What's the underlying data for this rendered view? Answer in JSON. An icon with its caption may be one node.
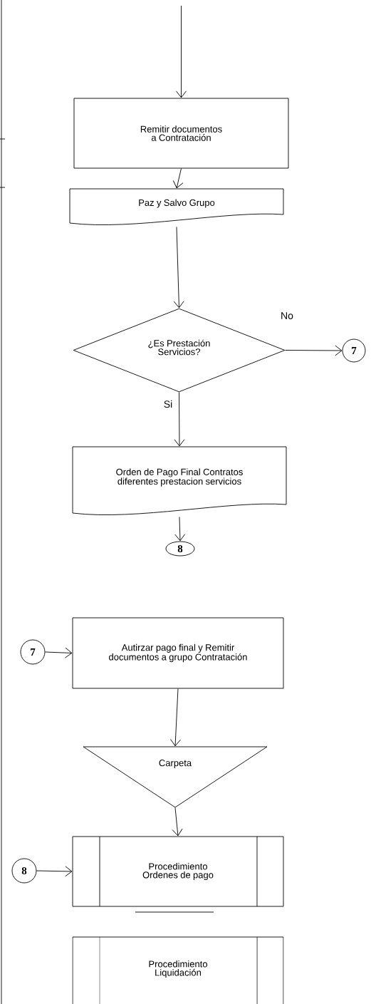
{
  "diagram": {
    "nodes": [
      {
        "text": [
          "Remitir documentos a Contratación"
        ]
      },
      {
        "text": [
          "Paz y Salvo Grupo"
        ]
      },
      {
        "text": [
          "¿Es Prestación Servicios?"
        ]
      },
      {
        "text": [
          "7"
        ]
      },
      {
        "text": [
          "Orden de Pago Final Contratos diferentes prestacion servicios"
        ]
      },
      {
        "text": [
          "8"
        ]
      },
      {
        "text": [
          "7"
        ]
      },
      {
        "text": [
          "Autirzar pago final y Remitir documentos a grupo Contratación"
        ]
      },
      {
        "text": [
          "Carpeta"
        ]
      },
      {
        "text": [
          "8"
        ]
      },
      {
        "text": [
          "Procedimiento Ordenes de pago"
        ]
      },
      {
        "text": [
          "Procedimiento Liquidación"
        ]
      }
    ],
    "edges": [
      {
        "from": null,
        "to": 0,
        "arrow": "to"
      },
      {
        "from": 0,
        "to": 1,
        "arrow": "to"
      },
      {
        "from": 1,
        "to": 2,
        "arrow": "to"
      },
      {
        "from": 2,
        "to": 3,
        "arrow": "to",
        "label": "No"
      },
      {
        "from": 2,
        "to": 4,
        "arrow": "to",
        "label": "Si"
      },
      {
        "from": 4,
        "to": 5,
        "arrow": "to"
      },
      {
        "from": 6,
        "to": 7,
        "arrow": "to"
      },
      {
        "from": 7,
        "to": 8,
        "arrow": "to"
      },
      {
        "from": 8,
        "to": 10,
        "arrow": "to"
      },
      {
        "from": 9,
        "to": 10,
        "arrow": "to"
      }
    ]
  }
}
